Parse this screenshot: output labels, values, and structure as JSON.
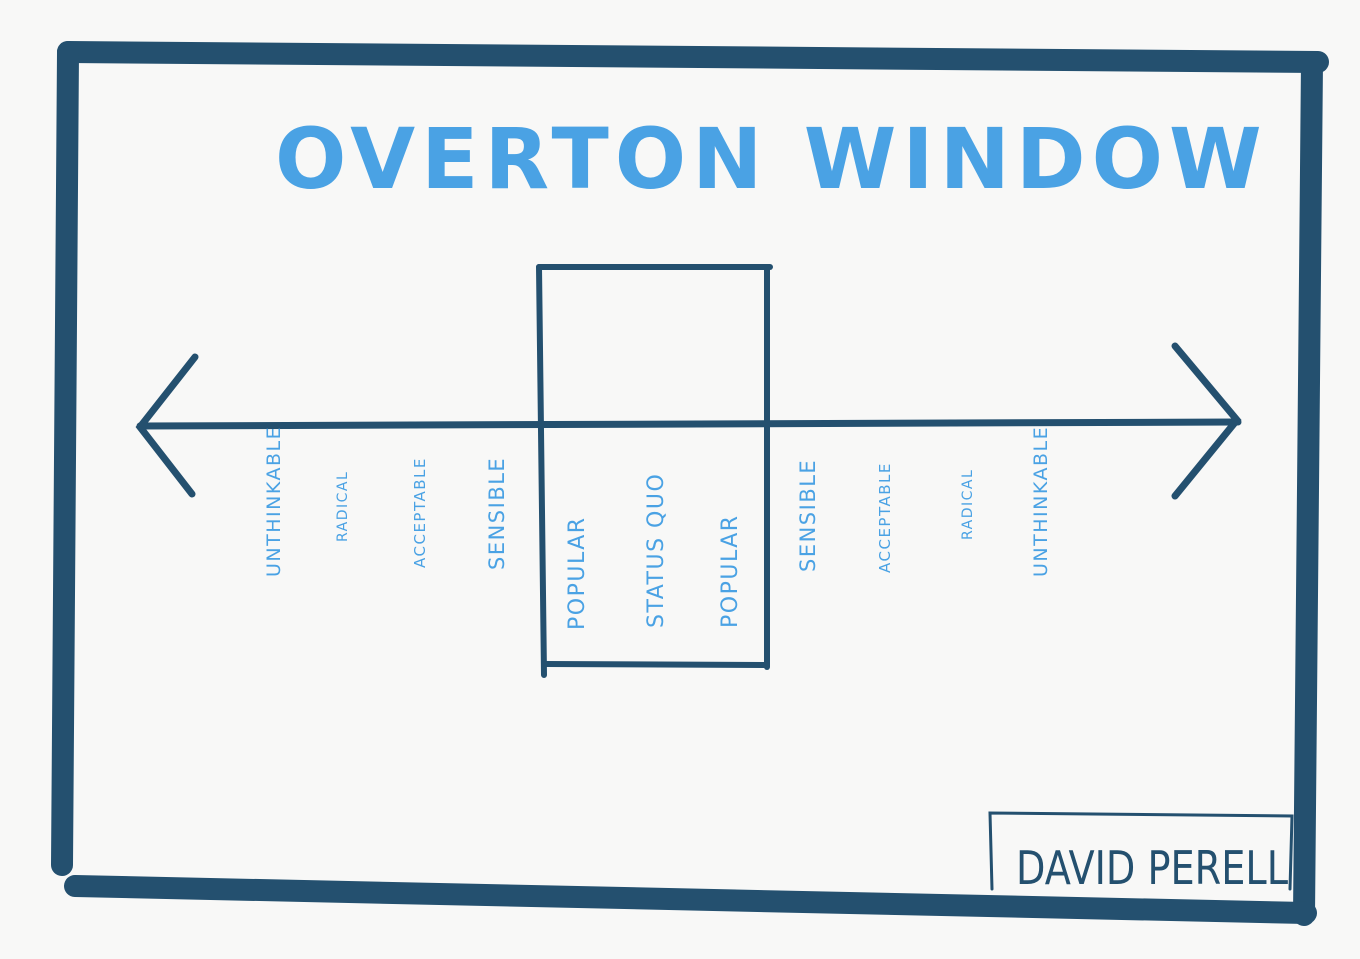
{
  "title": "OVERTON WINDOW",
  "labels_left": [
    "UNTHINKABLE",
    "RADICAL",
    "ACCEPTABLE",
    "SENSIBLE"
  ],
  "labels_window": [
    "POPULAR",
    "STATUS QUO",
    "POPULAR"
  ],
  "labels_right": [
    "SENSIBLE",
    "ACCEPTABLE",
    "RADICAL",
    "UNTHINKABLE"
  ],
  "signature": "DAVID PERELL",
  "colors": {
    "frame": "#24506f",
    "text_blue": "#4aa2e4",
    "background": "#f8f8f7"
  }
}
